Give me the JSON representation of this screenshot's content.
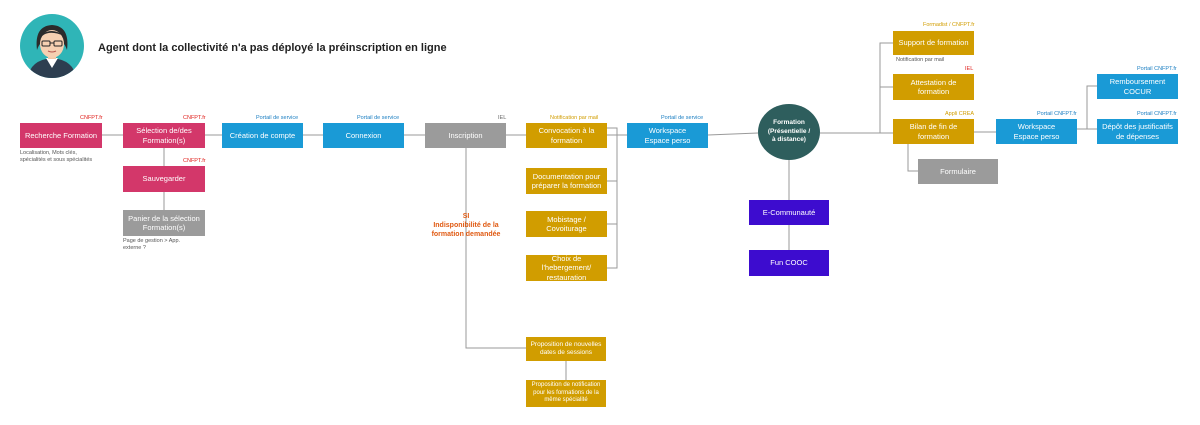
{
  "header": {
    "title": "Agent dont la collectivité n'a pas déployé la préinscription en ligne",
    "avatar_icon": "agent-avatar-icon"
  },
  "nodes": {
    "recherche": {
      "label": "Recherche Formation",
      "tag": "CNFPT.fr"
    },
    "recherche_note": "Localisation, Mots clés,\nspécialités et sous spécialités",
    "selection": {
      "label": "Sélection de/des\nFormation(s)",
      "tag": "CNFPT.fr"
    },
    "sauvegarder": {
      "label": "Sauvegarder",
      "tag": "CNFPT.fr"
    },
    "panier": {
      "label": "Panier de la sélection\nFormation(s)"
    },
    "panier_note": "Page de gestion > App.\nexterne ?",
    "creation": {
      "label": "Création de compte",
      "tag": "Portail de service"
    },
    "connexion": {
      "label": "Connexion",
      "tag": "Portail de service"
    },
    "inscription": {
      "label": "Inscription",
      "tag": "IEL"
    },
    "si_note": "SI\nIndisponibilité de la\nformation demandée",
    "convocation": {
      "label": "Convocation à la\nformation",
      "tag": "Notification par mail"
    },
    "documentation": {
      "label": "Documentation pour\npréparer la formation"
    },
    "mobistage": {
      "label": "Mobistage /\nCovoiturage"
    },
    "hebergement": {
      "label": "Choix de\nl'hebergement/\nrestauration"
    },
    "proposition_sessions": {
      "label": "Proposition de nouvelles\ndates de sessions"
    },
    "proposition_notif": {
      "label": "Proposition de notification\npour les formations de la\nmême spécialité"
    },
    "workspace1": {
      "label": "Workspace\nEspace perso",
      "tag": "Portail de service"
    },
    "formation_hub": {
      "label": "Formation\n(Présentielle /\nà distance)"
    },
    "ecommunaute": {
      "label": "E-Communauté"
    },
    "funcooc": {
      "label": "Fun COOC"
    },
    "support": {
      "label": "Support de formation",
      "tag": "Formadist / CNFPT.fr"
    },
    "support_note": "Notification par mail",
    "attestation": {
      "label": "Attestation de formation",
      "tag": "IEL"
    },
    "bilan": {
      "label": "Bilan de fin de formation",
      "tag": "Appli CREA"
    },
    "formulaire": {
      "label": "Formulaire"
    },
    "workspace2": {
      "label": "Workspace\nEspace perso",
      "tag": "Portail CNFPT.fr"
    },
    "remboursement": {
      "label": "Remboursement\nCOCUR",
      "tag": "Portail CNFPT.fr"
    },
    "depot": {
      "label": "Dépôt des justificatifs\nde dépenses",
      "tag": "Portail CNFPT.fr"
    }
  },
  "colors": {
    "pink": "#d3376a",
    "blue": "#1a9ad6",
    "gold": "#d19d00",
    "gray": "#9b9b9b",
    "purple": "#3d0ccf",
    "hub": "#2e5e5d",
    "wire": "#9a9a9a"
  }
}
